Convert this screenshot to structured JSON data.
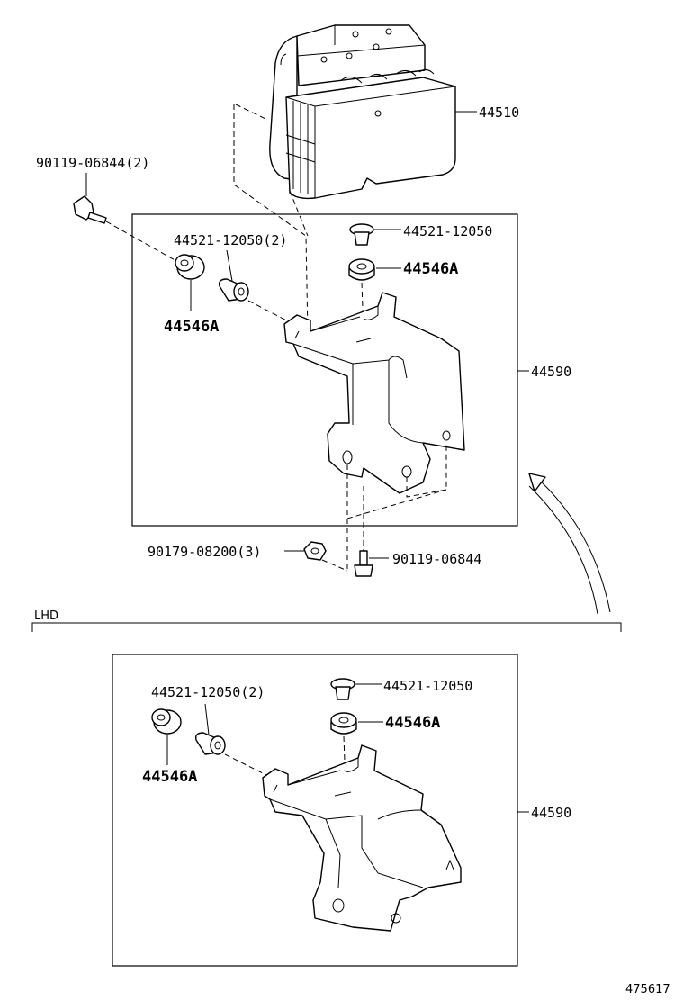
{
  "labels": {
    "abs_actuator": "44510",
    "bolt_top": "90119-06844(2)",
    "collar_qty2_upper": "44521-12050(2)",
    "collar_upper": "44521-12050",
    "cushion_upper_right": "44546A",
    "cushion_upper_left": "44546A",
    "bracket_upper": "44590",
    "nut": "90179-08200(3)",
    "bolt_bottom": "90119-06844",
    "section_lhd": "LHD",
    "collar_lower": "44521-12050",
    "collar_qty2_lower": "44521-12050(2)",
    "cushion_lower_right": "44546A",
    "cushion_lower_left": "44546A",
    "bracket_lower": "44590",
    "diagram_id": "475617"
  }
}
